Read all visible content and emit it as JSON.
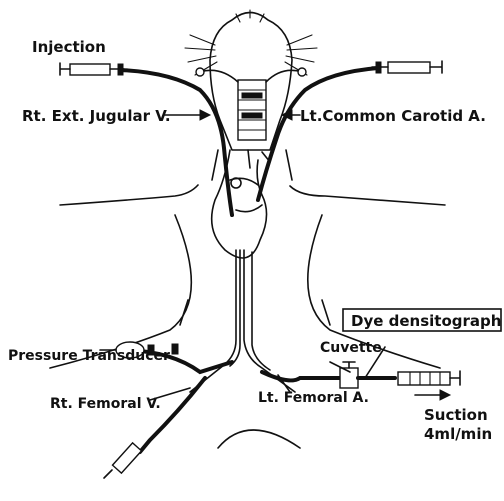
{
  "labels": {
    "injection": "Injection",
    "rt_ext_jugular": "Rt. Ext. Jugular V.",
    "lt_common_carotid": "Lt.Common Carotid A.",
    "dye_densitograph": "Dye densitograph",
    "cuvette": "Cuvette",
    "pressure_transducer": "Pressure Transducer",
    "lt_femoral": "Lt. Femoral A.",
    "rt_femoral": "Rt. Femoral V.",
    "suction_line1": "Suction",
    "suction_line2": "4ml/min"
  }
}
